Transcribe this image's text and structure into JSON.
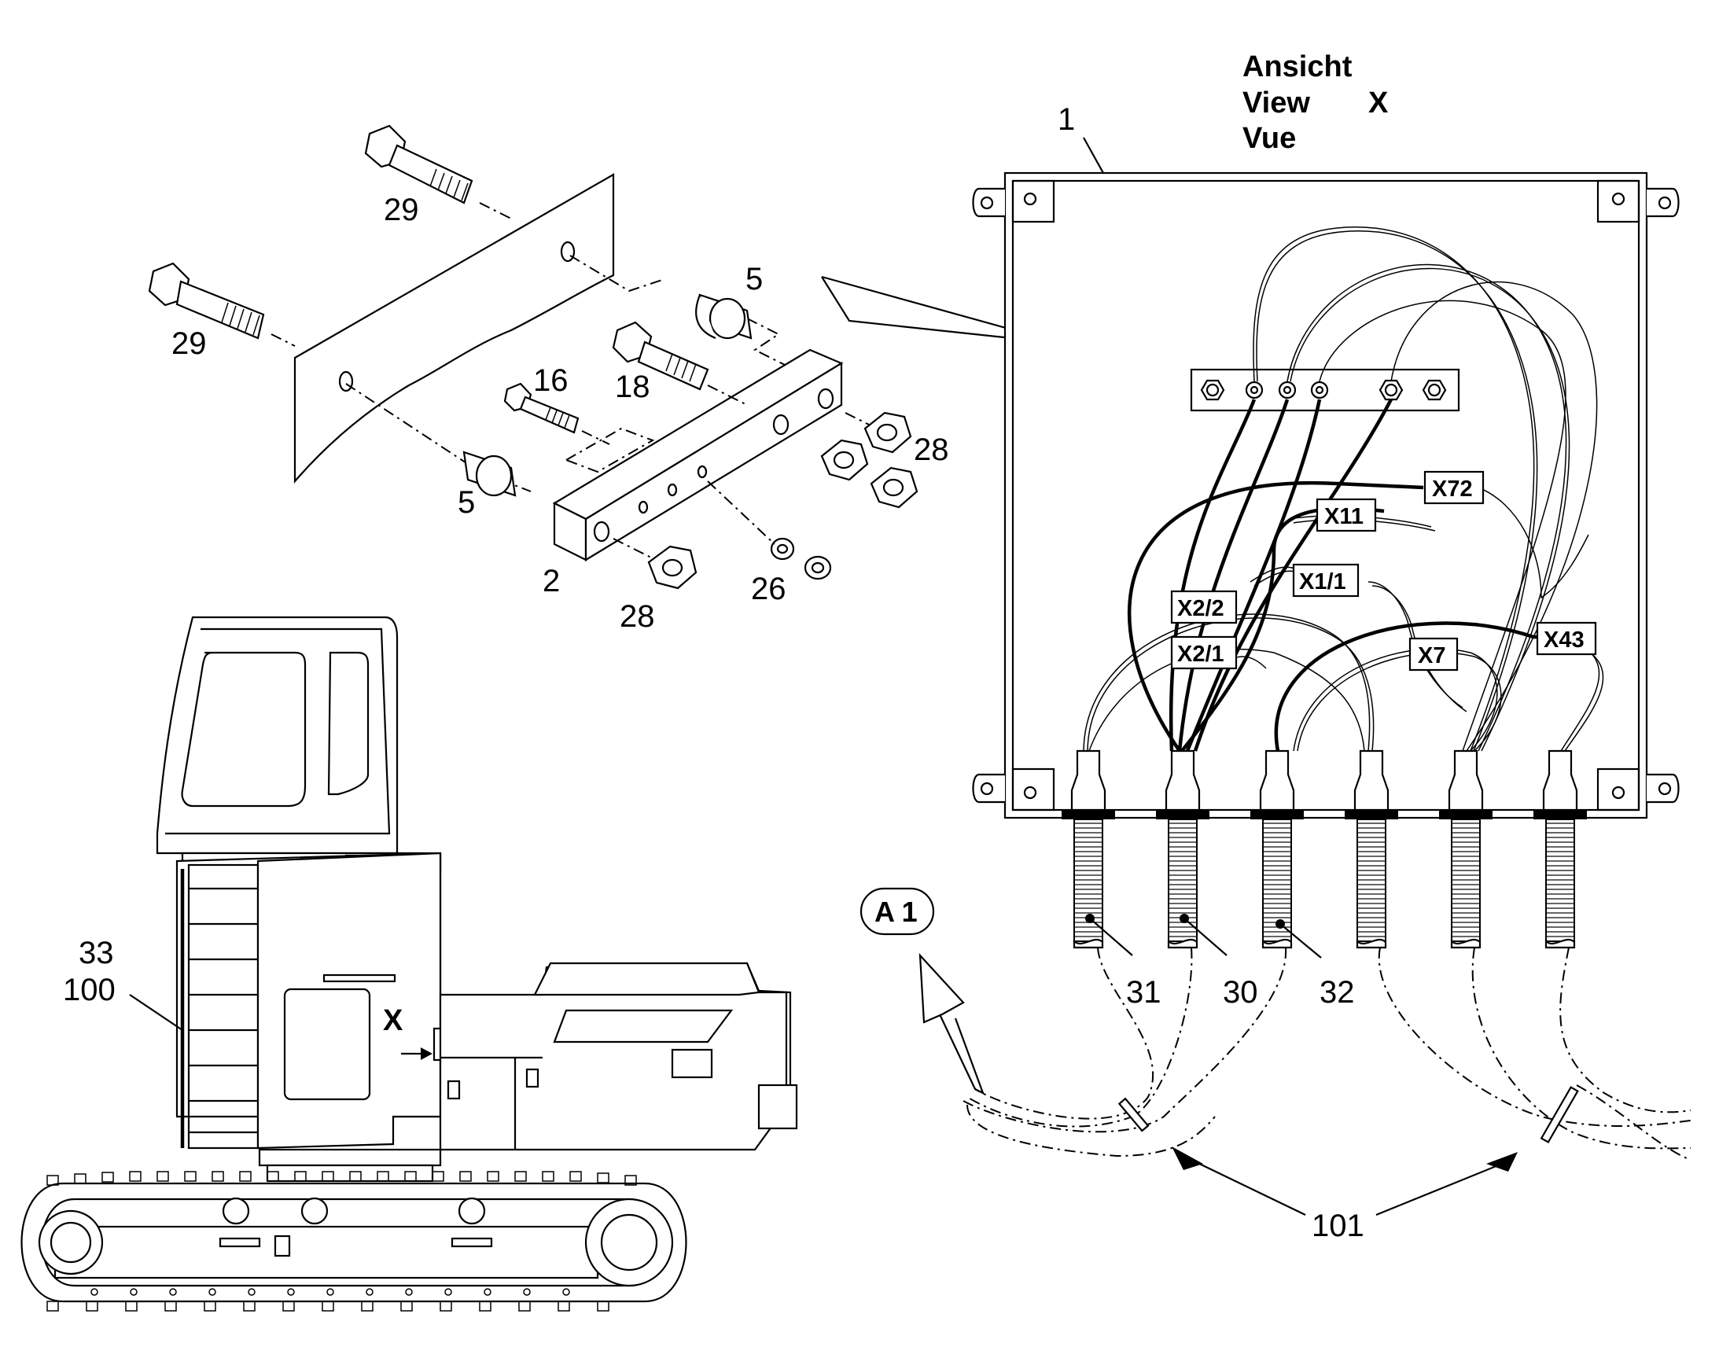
{
  "view_heading": {
    "line1": "Ansicht",
    "line2": "View",
    "line3": "Vue",
    "view_letter": "X"
  },
  "callouts": {
    "c1": "1",
    "c2": "2",
    "c5a": "5",
    "c5b": "5",
    "c16": "16",
    "c18": "18",
    "c26": "26",
    "c28a": "28",
    "c28b": "28",
    "c29a": "29",
    "c29b": "29",
    "c30": "30",
    "c31": "31",
    "c32": "32",
    "c33": "33",
    "c100": "100",
    "c101": "101",
    "view_marker": "X"
  },
  "connector_tags": {
    "x72": "X72",
    "x11": "X11",
    "x1_1": "X1/1",
    "x2_2": "X2/2",
    "x2_1": "X2/1",
    "x7": "X7",
    "x43": "X43"
  },
  "reference_bubble": "A 1"
}
